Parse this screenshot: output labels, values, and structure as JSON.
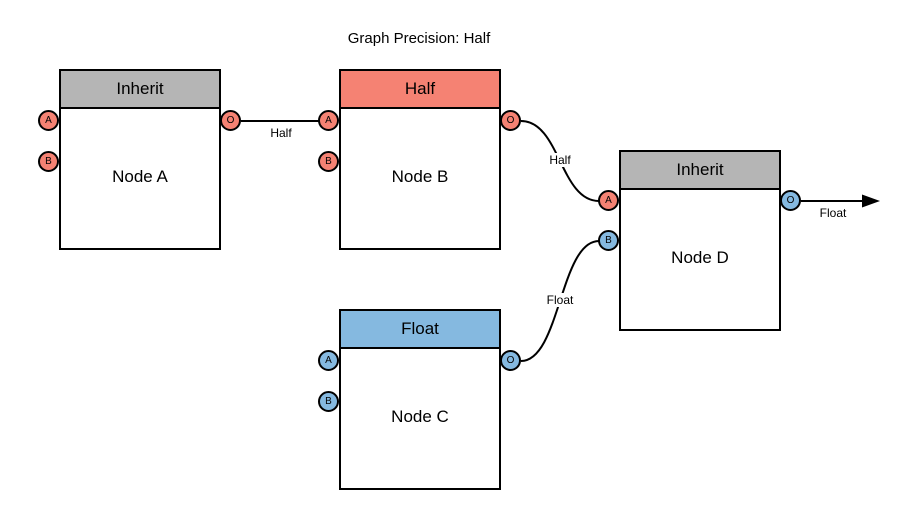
{
  "title": "Graph Precision: Half",
  "colors": {
    "salmon": "#f58273",
    "blue": "#85b9e0",
    "gray": "#b5b5b5",
    "edge": "#000000",
    "background": "#ffffff"
  },
  "nodes": [
    {
      "label": "Node A",
      "precision": "Inherit",
      "ports": {
        "a": "A",
        "b": "B",
        "o": "O"
      }
    },
    {
      "label": "Node B",
      "precision": "Half",
      "ports": {
        "a": "A",
        "b": "B",
        "o": "O"
      }
    },
    {
      "label": "Node C",
      "precision": "Float",
      "ports": {
        "a": "A",
        "b": "B",
        "o": "O"
      }
    },
    {
      "label": "Node D",
      "precision": "Inherit",
      "ports": {
        "a": "A",
        "b": "B",
        "o": "O"
      }
    }
  ],
  "edges": [
    {
      "from": "Node A output",
      "to": "Node B input A",
      "label": "Half"
    },
    {
      "from": "Node B output",
      "to": "Node D input A",
      "label": "Half"
    },
    {
      "from": "Node C output",
      "to": "Node D input B",
      "label": "Float"
    },
    {
      "from": "Node D output",
      "to": "graph output",
      "label": "Float"
    }
  ]
}
